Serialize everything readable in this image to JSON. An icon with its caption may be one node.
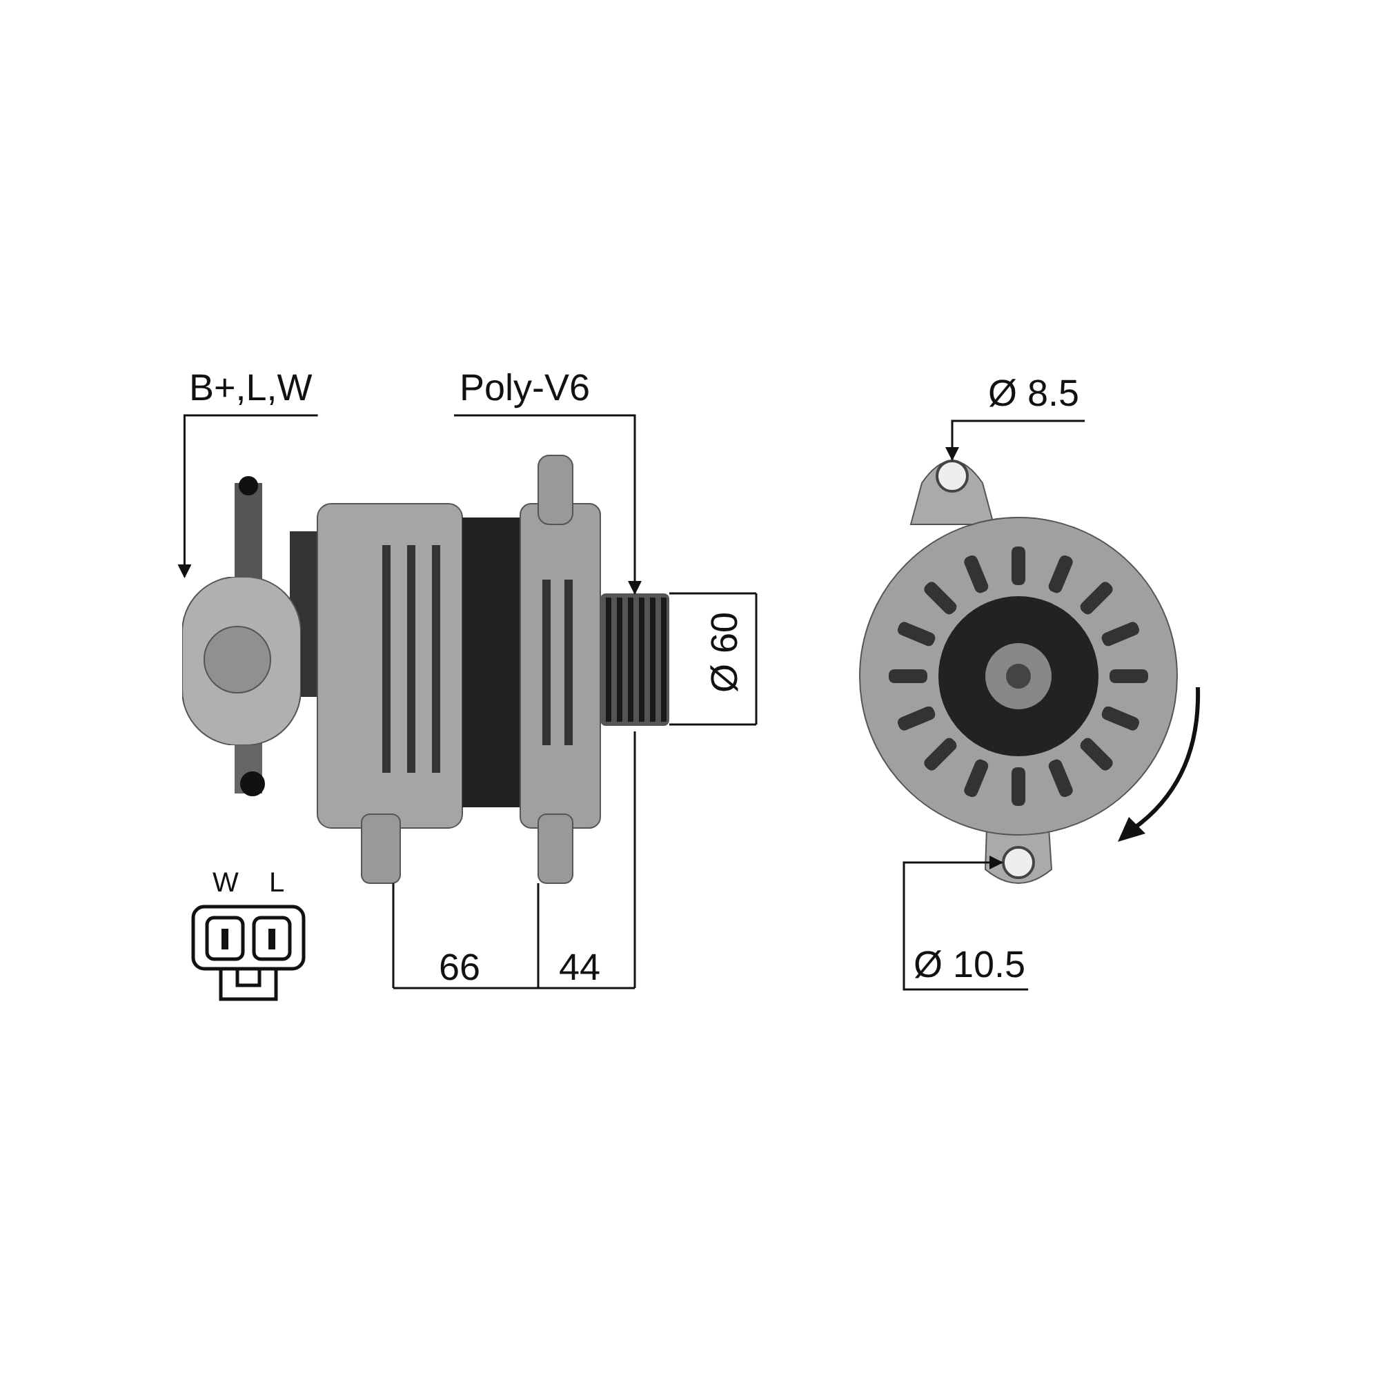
{
  "diagram": {
    "nodes": [
      {
        "text": [
          "B+,L,W"
        ]
      },
      {
        "text": [
          "Poly-V6"
        ]
      },
      {
        "text": [
          "Ø 8.5"
        ]
      },
      {
        "text": [
          "Ø 10.5"
        ]
      },
      {
        "text": [],
        "shape": "picture"
      },
      {
        "text": [],
        "shape": "picture"
      },
      {
        "text": [],
        "shape": "circle"
      },
      {
        "text": [],
        "shape": "circle"
      }
    ],
    "edges": [
      {
        "from": 0,
        "to": 4,
        "arrow": "to"
      },
      {
        "from": 1,
        "to": 5,
        "arrow": "to"
      },
      {
        "from": 2,
        "to": 6,
        "arrow": "to"
      },
      {
        "from": 3,
        "to": 7,
        "arrow": "to"
      }
    ],
    "labels": [
      "Ø 60",
      "66",
      "44",
      "W",
      "L"
    ]
  }
}
